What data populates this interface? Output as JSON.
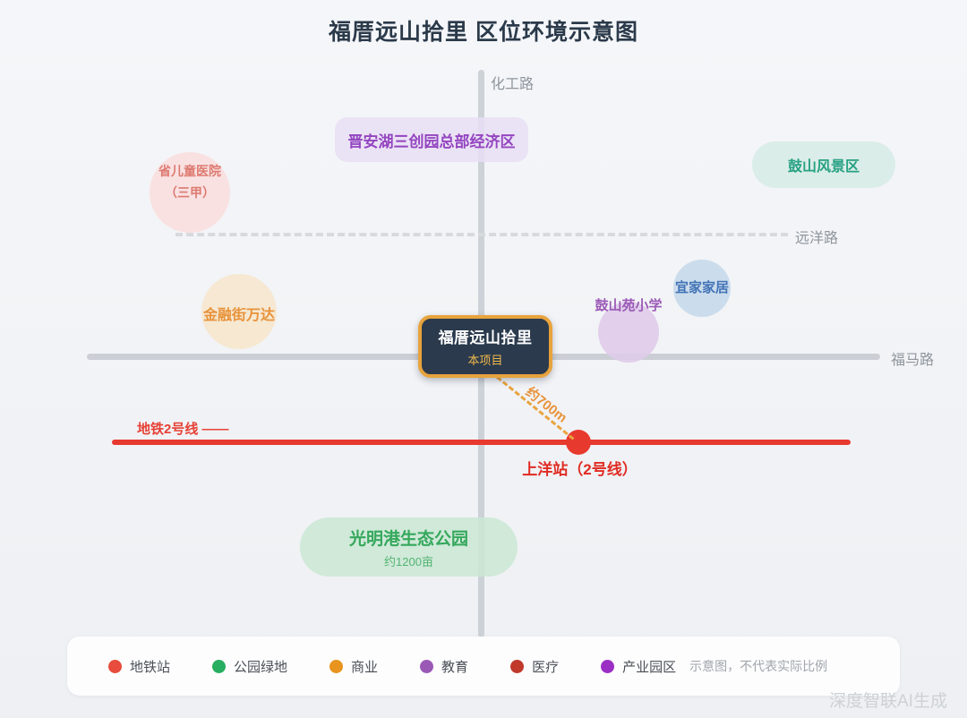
{
  "title": "福厝远山拾里 区位环境示意图",
  "roads": {
    "top": "化工路",
    "middle": "远洋路",
    "bottom": "福马路"
  },
  "metro": {
    "line_label": "地铁2号线 ——",
    "station_label": "上洋站（2号线）",
    "distance_label": "约700m",
    "line_color": "#e8392f"
  },
  "project": {
    "name": "福厝远山拾里",
    "tag": "本项目",
    "border_color": "#e8a33c",
    "bg_color": "#2b3a4d"
  },
  "pois": {
    "jinanhu": {
      "label": "晋安湖三创园总部经济区"
    },
    "children_hospital": {
      "line1": "省儿童医院",
      "line2": "（三甲）"
    },
    "gushan_scenic": {
      "label": "鼓山风景区"
    },
    "jinrongjie_wanda": {
      "label": "金融街万达"
    },
    "ikea": {
      "label": "宜家家居"
    },
    "gushanyuan_school": {
      "label": "鼓山苑小学"
    },
    "guangmingang_park": {
      "label": "光明港生态公园",
      "sub": "约1200亩"
    }
  },
  "legend": {
    "items": [
      {
        "label": "地铁站",
        "color": "#e74c3c"
      },
      {
        "label": "公园绿地",
        "color": "#27ae60"
      },
      {
        "label": "商业",
        "color": "#e8941f"
      },
      {
        "label": "教育",
        "color": "#9b59b6"
      },
      {
        "label": "医疗",
        "color": "#c0392b"
      },
      {
        "label": "产业园区",
        "color": "#9b2fc4"
      }
    ],
    "note": "示意图，不代表实际比例"
  },
  "watermark": "深度智联AI生成"
}
